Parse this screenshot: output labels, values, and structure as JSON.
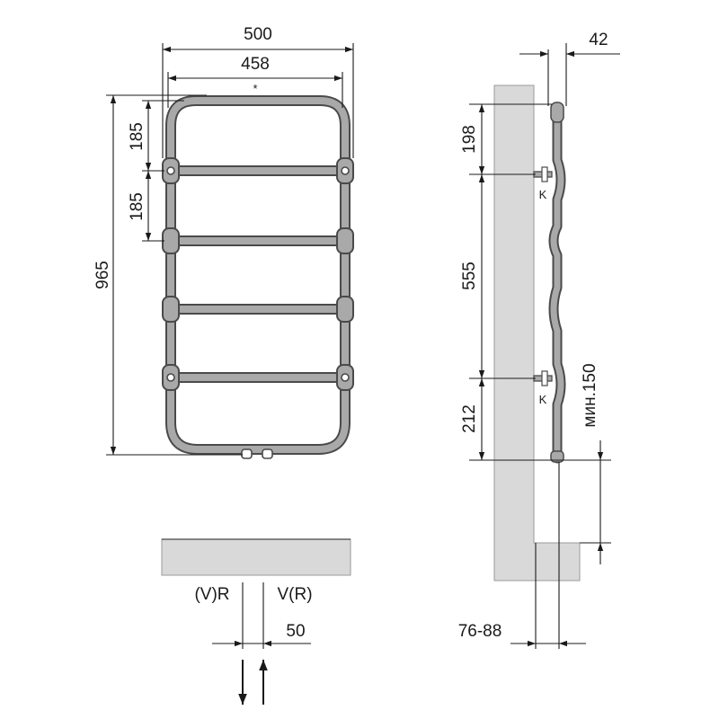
{
  "front_view": {
    "width_outer": "500",
    "width_inner": "458",
    "asterisk": "*",
    "height_total": "965",
    "bar_spacing_top": "185",
    "bar_spacing_second": "185"
  },
  "side_view": {
    "depth": "42",
    "top_offset": "198",
    "bracket_spacing": "555",
    "bottom_offset": "212",
    "floor_min": "мин.150",
    "bracket_label_upper": "K",
    "bracket_label_lower": "K",
    "wall_distance": "76-88"
  },
  "connection_view": {
    "left_label": "(V)R",
    "right_label": "V(R)",
    "spacing": "50"
  },
  "colors": {
    "wall": "#d9d9d9",
    "pipe_dark": "#4a4a4a",
    "pipe_light": "#a9a9a9",
    "line": "#1a1a1a"
  }
}
